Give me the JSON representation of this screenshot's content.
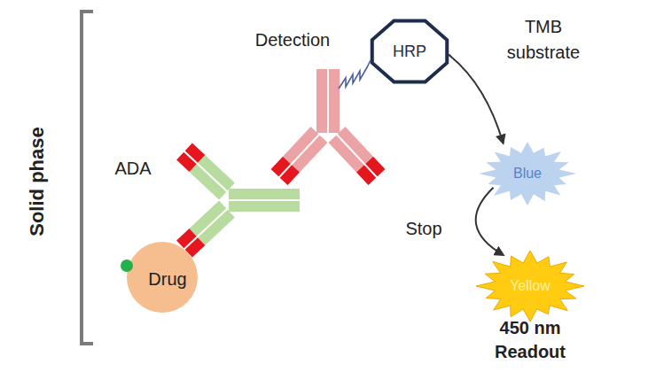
{
  "diagram": {
    "nodes": [
      {
        "text": [
          "Drug"
        ]
      },
      {
        "text": [
          "HRP"
        ]
      },
      {
        "text": [
          "Blue"
        ]
      },
      {
        "text": [
          "Yellow"
        ]
      }
    ],
    "edges": [
      {
        "from": 1,
        "to": 2,
        "arrow": "to"
      },
      {
        "from": 2,
        "to": 3,
        "label": "Stop",
        "arrow": "to"
      }
    ],
    "labels": [
      "Solid phase",
      "ADA",
      "Detection",
      "TMB substrate",
      "450 nm Readout"
    ]
  }
}
